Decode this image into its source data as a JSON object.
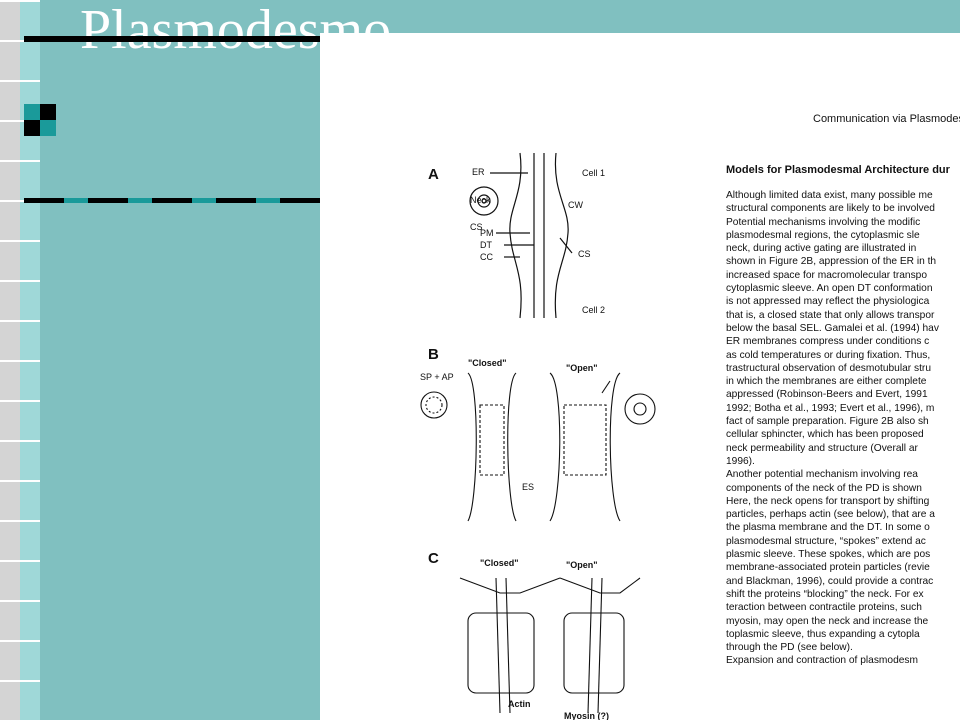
{
  "slide": {
    "title": "Plasmodesmo"
  },
  "document": {
    "running_head": "Communication via Plasmodes",
    "section_heading": "Models for Plasmodesmal Architecture dur",
    "body_lines": [
      "Although limited data exist, many possible me",
      "structural components are likely to be involved",
      "Potential mechanisms involving the modific",
      "plasmodesmal regions, the cytoplasmic sle",
      "neck, during active gating are illustrated in",
      "shown in Figure 2B, appression of the ER in th",
      "increased space for macromolecular transpo",
      "cytoplasmic sleeve. An open DT conformation",
      "is not appressed may reflect the physiologica",
      "that is, a closed state that only allows transpor",
      "below the basal SEL. Gamalei et al. (1994) hav",
      "ER membranes compress under conditions c",
      "as cold temperatures or during fixation. Thus,",
      "trastructural observation of desmotubular stru",
      "in which the membranes are either complete",
      "appressed (Robinson-Beers and Evert, 1991",
      "1992; Botha et al., 1993; Evert et al., 1996), m",
      "fact of sample preparation. Figure 2B also sh",
      "cellular sphincter, which has been proposed",
      "neck permeability and structure (Overall ar",
      "1996).",
      "   Another potential mechanism involving rea",
      "components of the neck of the PD is shown",
      "Here, the neck opens for transport by shifting",
      "particles, perhaps actin (see below), that are a",
      "the plasma membrane and the DT. In some o",
      "plasmodesmal structure, “spokes” extend ac",
      "plasmic sleeve. These spokes, which are pos",
      "membrane-associated protein particles (revie",
      "and Blackman, 1996), could provide a contrac",
      "shift the proteins “blocking” the neck. For ex",
      "teraction between contractile proteins, such",
      "myosin, may open the neck and increase the",
      "toplasmic sleeve, thus expanding a cytopla",
      "through the PD (see below).",
      "   Expansion and contraction of plasmodesm"
    ],
    "figure": {
      "panel_a": {
        "label": "A",
        "labels": {
          "er": "ER",
          "neck": "Neck",
          "cs_left": "CS",
          "pm": "PM",
          "dt": "DT",
          "cc": "CC",
          "cell1": "Cell 1",
          "cw": "CW",
          "cs_right": "CS",
          "cell2": "Cell 2"
        }
      },
      "panel_b": {
        "label": "B",
        "closed": "\"Closed\"",
        "open": "\"Open\"",
        "sp_ap": "SP + AP",
        "es": "ES"
      },
      "panel_c": {
        "label": "C",
        "closed": "\"Closed\"",
        "open": "\"Open\"",
        "actin": "Actin",
        "myosin": "Myosin (?)"
      }
    }
  }
}
